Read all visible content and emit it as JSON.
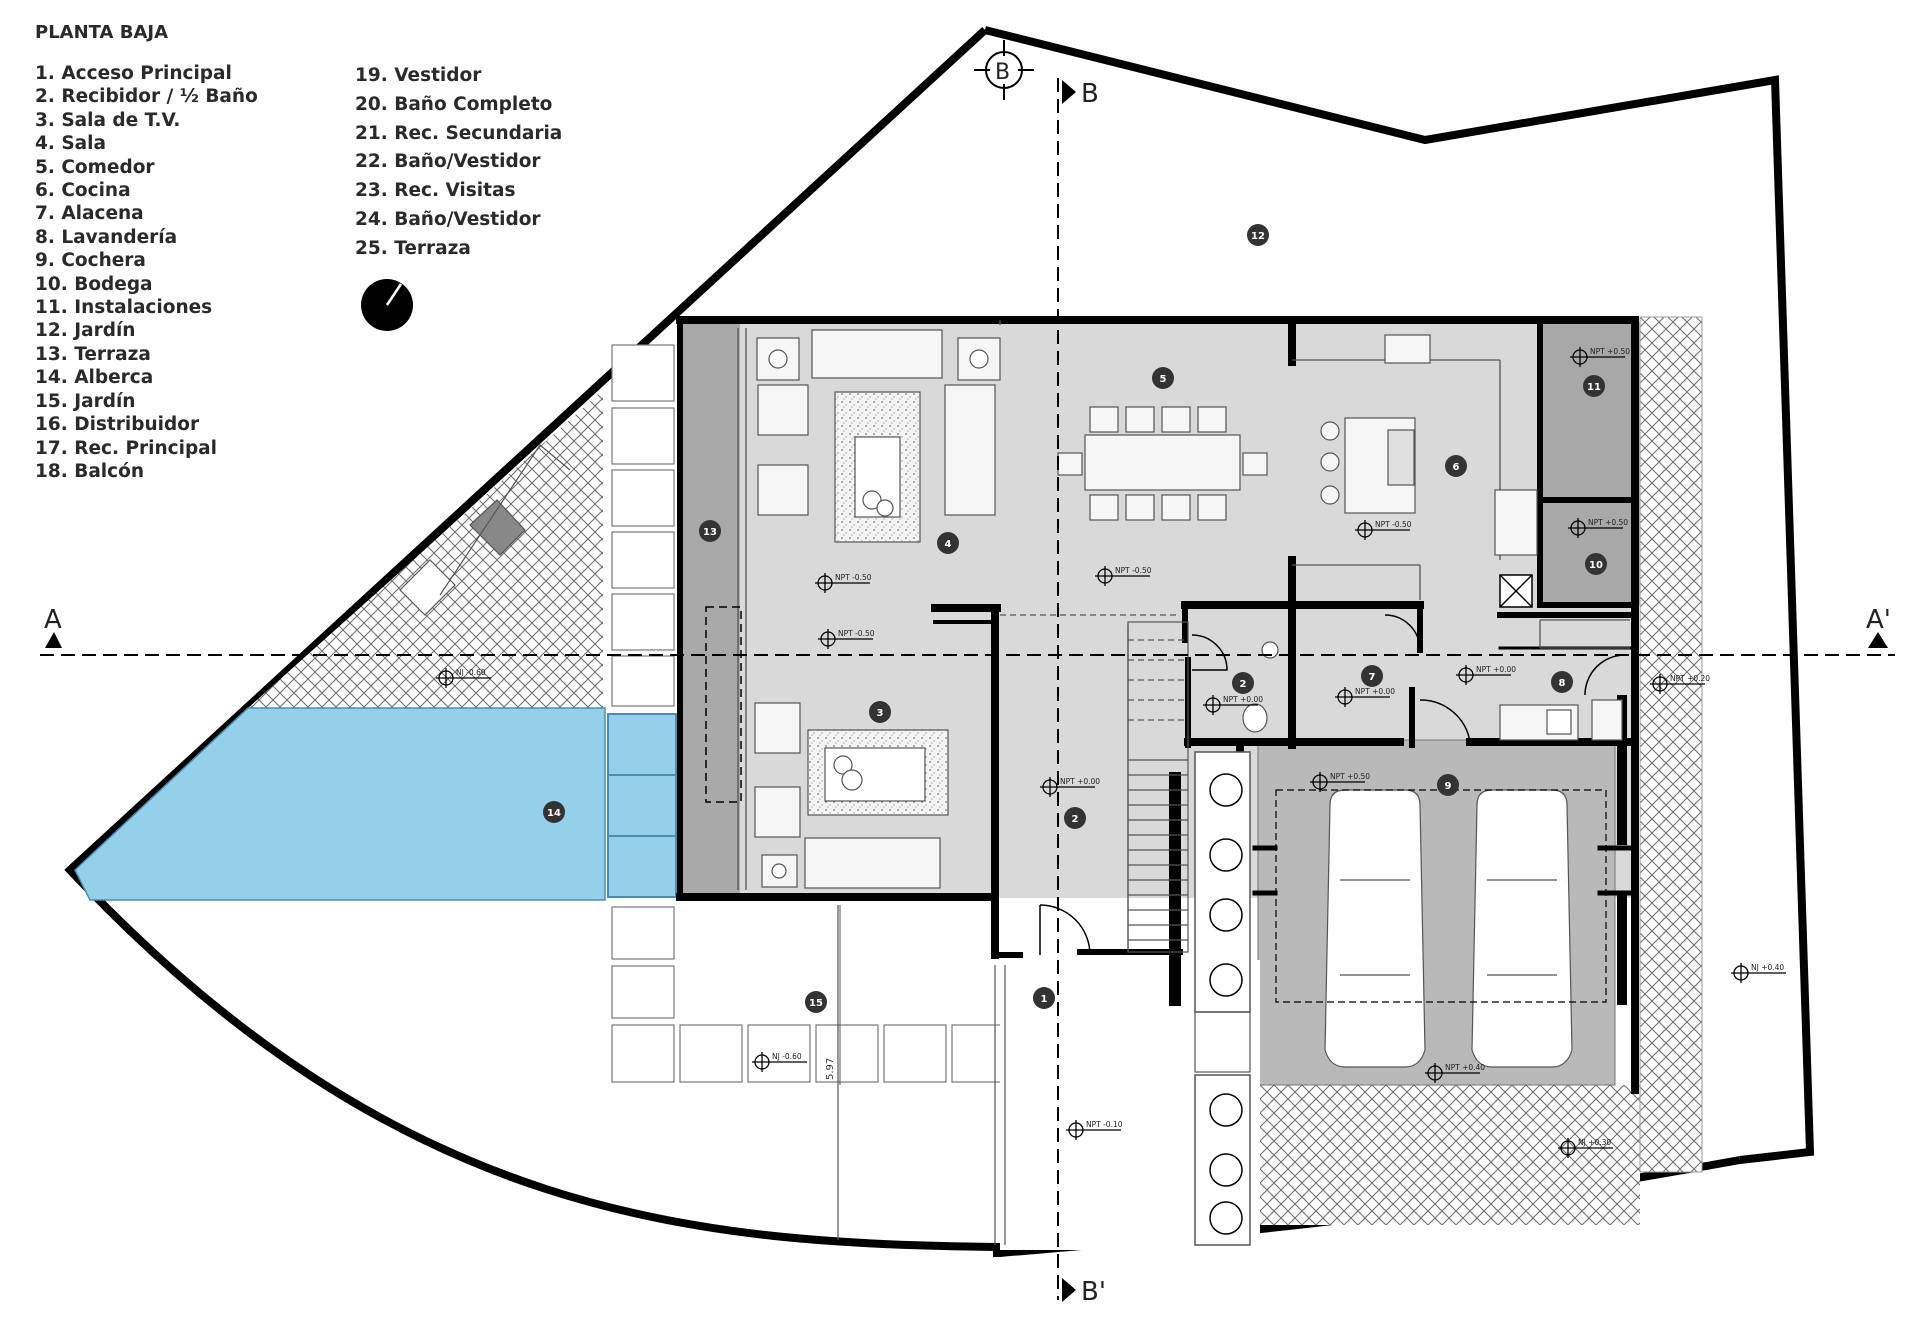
{
  "title": "PLANTA BAJA",
  "legend_col1": [
    "1. Acceso Principal",
    "2. Recibidor / ½ Baño",
    "3. Sala de T.V.",
    "4. Sala",
    "5. Comedor",
    "6. Cocina",
    "7. Alacena",
    "8. Lavandería",
    "9. Cochera",
    "10. Bodega",
    "11. Instalaciones",
    "12. Jardín",
    "13. Terraza",
    "14. Alberca",
    "15. Jardín",
    "16. Distribuidor",
    "17. Rec. Principal",
    "18. Balcón"
  ],
  "legend_col2": [
    "19. Vestidor",
    "20. Baño Completo",
    "21. Rec. Secundaria",
    "22. Baño/Vestidor",
    "23. Rec. Visitas",
    "24. Baño/Vestidor",
    "25. Terraza"
  ],
  "section_marks": {
    "a_left": "A",
    "a_right": "A'",
    "b_top": "B",
    "b_bottom": "B'",
    "b_circle": "B"
  },
  "room_tags": [
    "1",
    "2",
    "2",
    "3",
    "4",
    "5",
    "6",
    "7",
    "8",
    "9",
    "10",
    "11",
    "12",
    "13",
    "14",
    "15"
  ],
  "levels": {
    "npt_m050_a": "NPT -0.50",
    "npt_m050_b": "NPT -0.50",
    "npt_m050_c": "NPT -0.50",
    "npt_m050_d": "NPT -0.50",
    "npt_000_a": "NPT +0.00",
    "npt_000_b": "NPT +0.00",
    "npt_000_c": "NPT +0.00",
    "npt_000_d": "NPT +0.00",
    "npt_050_a": "NPT +0.50",
    "npt_050_b": "NPT +0.50",
    "npt_050_c": "NPT +0.50",
    "npt_040": "NPT +0.40",
    "npt_m010": "NPT -0.10",
    "nj_m060_a": "NJ -0.60",
    "nj_m060_b": "NJ -0.60",
    "nj_040": "NJ +0.40",
    "nj_030": "NJ +0.30",
    "npt_020": "NPT +0.20"
  },
  "dimension": "5.97",
  "colors": {
    "pool": "#95d0ea",
    "floor_gray": "#d9d9d9",
    "garage_gray": "#b9b9b9",
    "service_gray": "#a8a8a8",
    "wall": "#000000"
  }
}
